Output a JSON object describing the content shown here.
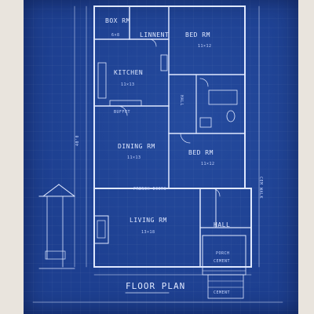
{
  "plan": {
    "title": "FLOOR PLAN",
    "rooms": {
      "box_rm": "BOX RM",
      "box_rm_dim": "6×8",
      "linnent": "LINNENT",
      "bed_rm_1": "BED RM",
      "bed_rm_1_dim": "11×12",
      "kitchen": "KITCHEN",
      "kitchen_dim": "11×13",
      "hall_1": "HALL",
      "dining_rm": "DINING RM",
      "dining_rm_dim": "11×13",
      "bed_rm_2": "BED RM",
      "bed_rm_2_dim": "11×12",
      "living_rm": "LIVING RM",
      "living_rm_dim": "13×18",
      "hall_2": "HALL",
      "porch": "PORCH",
      "buffet": "BUFFET",
      "french_doors": "FRENCH DOORS",
      "cement_1": "CEMENT",
      "cement_2": "CEMENT"
    },
    "dims": {
      "left": "40'0",
      "right": "CEM WALK"
    },
    "colors": {
      "paper": "#1d3f90",
      "line": "#dfe8ff",
      "background": "#e9e4dd"
    }
  }
}
